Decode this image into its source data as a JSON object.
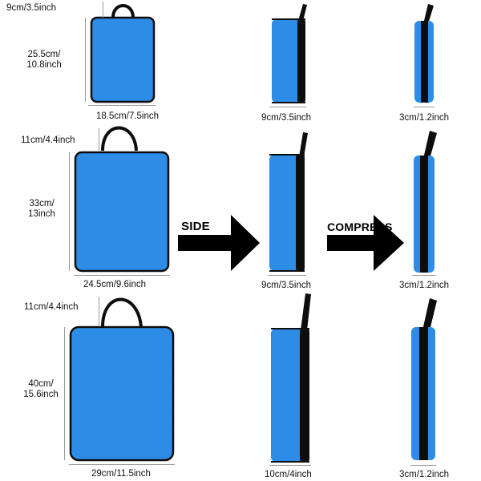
{
  "colors": {
    "bag_blue": "#2d8de6",
    "trim": "#0d0d0d",
    "arrow": "#000000"
  },
  "arrows": {
    "side_label": "SIDE",
    "compress_label": "COMPRESS"
  },
  "rows": [
    {
      "front": {
        "height_label": "25.5cm/\n10.8inch",
        "width_label": "18.5cm/7.5inch",
        "depth_label": "9cm/3.5inch"
      },
      "side": {
        "width_label": "9cm/3.5inch"
      },
      "compressed": {
        "width_label": "3cm/1.2inch"
      }
    },
    {
      "front": {
        "height_label": "33cm/\n13inch",
        "width_label": "24.5cm/9.6inch",
        "depth_label": "11cm/4.4inch"
      },
      "side": {
        "width_label": "9cm/3.5inch"
      },
      "compressed": {
        "width_label": "3cm/1.2inch"
      }
    },
    {
      "front": {
        "height_label": "40cm/\n15.6inch",
        "width_label": "29cm/11.5inch",
        "depth_label": "11cm/4.4inch"
      },
      "side": {
        "width_label": "10cm/4inch"
      },
      "compressed": {
        "width_label": "3cm/1.2inch"
      }
    }
  ]
}
